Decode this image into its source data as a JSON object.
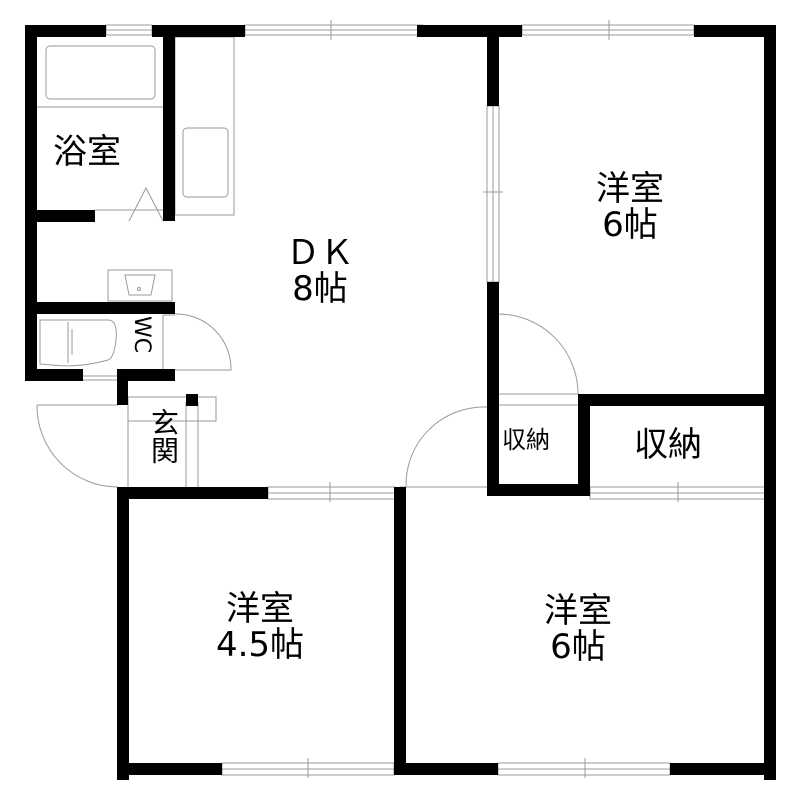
{
  "floorplan": {
    "wall_color": "#000000",
    "fixture_line_color": "#9a9a9a",
    "background": "#ffffff",
    "rooms": [
      {
        "id": "bathroom",
        "name": "浴室",
        "size": ""
      },
      {
        "id": "dk",
        "name": "ＤＫ",
        "size": "8帖"
      },
      {
        "id": "western-ne",
        "name": "洋室",
        "size": "6帖"
      },
      {
        "id": "wc",
        "name": "WC",
        "size": ""
      },
      {
        "id": "entrance",
        "name": "玄関",
        "size": ""
      },
      {
        "id": "closet-small",
        "name": "収納",
        "size": ""
      },
      {
        "id": "closet-large",
        "name": "収納",
        "size": ""
      },
      {
        "id": "western-sw",
        "name": "洋室",
        "size": "4.5帖"
      },
      {
        "id": "western-se",
        "name": "洋室",
        "size": "6帖"
      }
    ]
  }
}
